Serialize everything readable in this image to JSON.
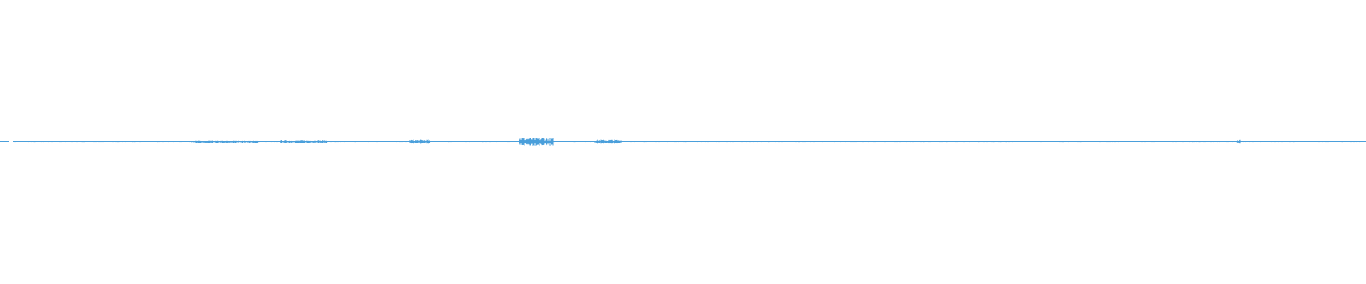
{
  "waveform": {
    "color": "#4a9fdb",
    "background": "#ffffff",
    "active_regions": [
      {
        "start": 0.14,
        "end": 0.19,
        "level": 0.35
      },
      {
        "start": 0.205,
        "end": 0.24,
        "level": 0.45
      },
      {
        "start": 0.3,
        "end": 0.315,
        "level": 0.55
      },
      {
        "start": 0.38,
        "end": 0.405,
        "level": 1.0
      },
      {
        "start": 0.435,
        "end": 0.455,
        "level": 0.55
      },
      {
        "start": 0.905,
        "end": 0.908,
        "level": 0.5
      }
    ]
  }
}
